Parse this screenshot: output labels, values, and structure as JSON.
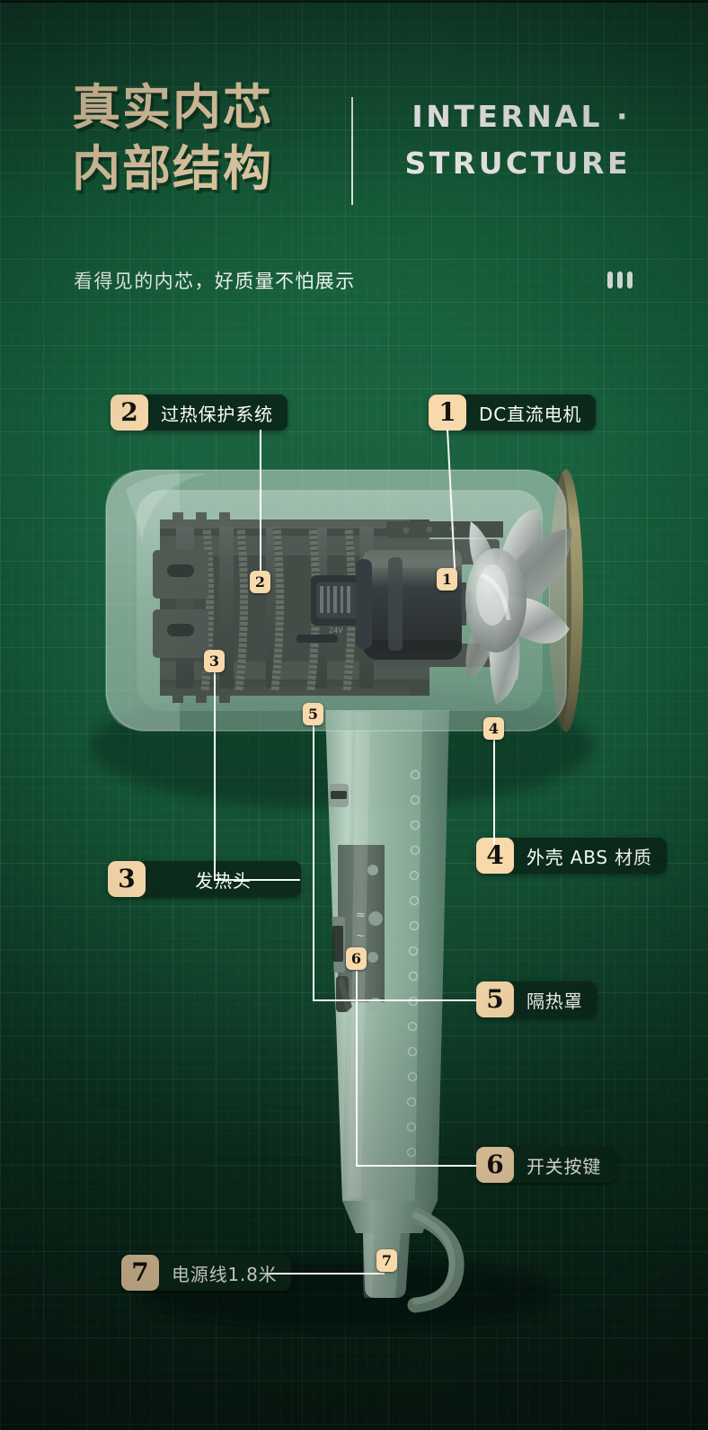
{
  "theme": {
    "bg_green": "#12603a",
    "deep_green": "#0c2b1c",
    "accent_tan": "#f7d9ab",
    "title_cream": "#f5dcb3",
    "white": "#ffffff"
  },
  "header": {
    "cn_title_line1": "真实内芯",
    "cn_title_line2": "内部结构",
    "en_title_line1": "INTERNAL ·",
    "en_title_line2": "STRUCTURE",
    "subtitle": "看得见的内芯，好质量不怕展示"
  },
  "callouts": [
    {
      "number": "1",
      "label": "DC直流电机"
    },
    {
      "number": "2",
      "label": "过热保护系统"
    },
    {
      "number": "3",
      "label": "发热头"
    },
    {
      "number": "4",
      "label": "外壳 ABS 材质"
    },
    {
      "number": "5",
      "label": "隔热罩"
    },
    {
      "number": "6",
      "label": "开关按键"
    },
    {
      "number": "7",
      "label": "电源线1.8米"
    }
  ],
  "markers": [
    {
      "number": "1"
    },
    {
      "number": "2"
    },
    {
      "number": "3"
    },
    {
      "number": "4"
    },
    {
      "number": "5"
    },
    {
      "number": "6"
    },
    {
      "number": "7"
    }
  ],
  "product": {
    "name": "hair-dryer-cutaway",
    "parts": [
      "transparent-barrel-housing",
      "heating-element-coils",
      "dc-motor",
      "metal-fan-impeller",
      "gold-rear-ring",
      "handle",
      "switch-panel",
      "cord-strain-relief",
      "hanging-loop"
    ]
  }
}
